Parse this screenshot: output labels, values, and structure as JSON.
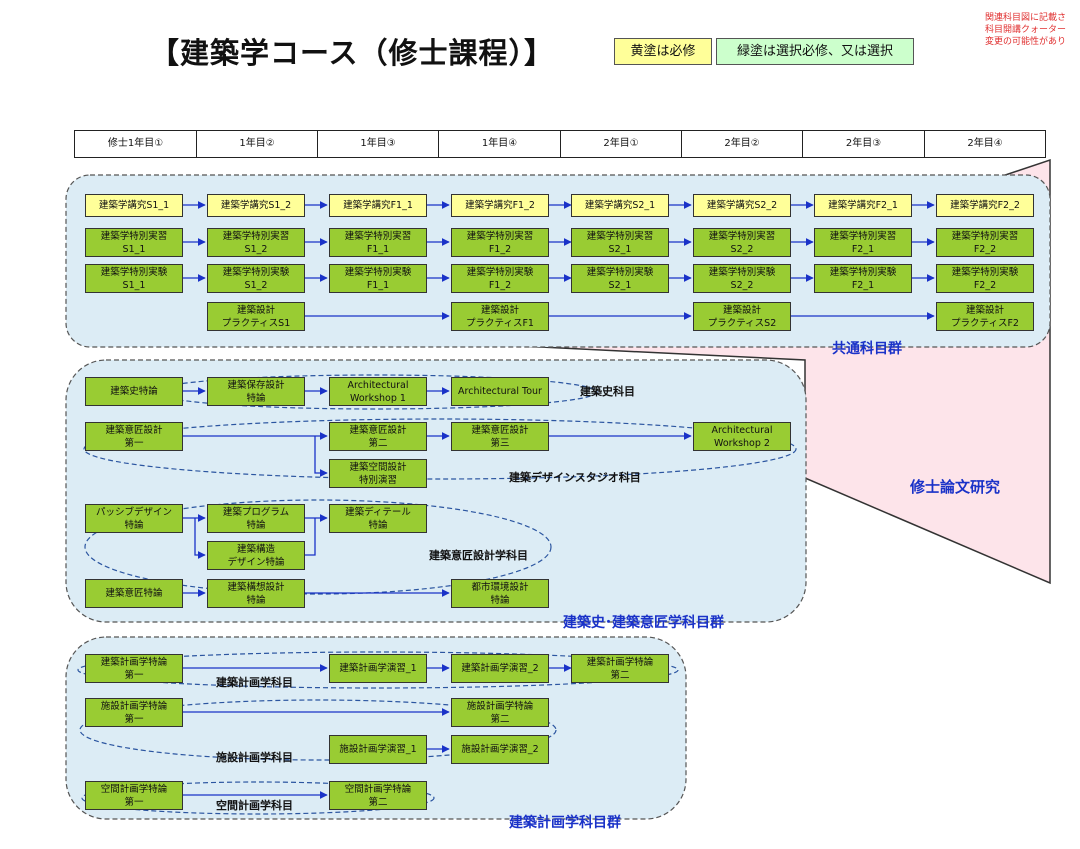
{
  "title": "【建築学コース（修士課程）】",
  "legend": {
    "yellow": "黄塗は必修",
    "green": "緑塗は選択必修、又は選択"
  },
  "note_lines": [
    "関連科目図に記載さ",
    "科目開講クォーター",
    "変更の可能性があり"
  ],
  "headers": [
    "修士1年目①",
    "1年目②",
    "1年目③",
    "1年目④",
    "2年目①",
    "2年目②",
    "2年目③",
    "2年目④"
  ],
  "common": {
    "label": "共通科目群",
    "research": [
      "建築学講究S1_1",
      "建築学講究S1_2",
      "建築学講究F1_1",
      "建築学講究F1_2",
      "建築学講究S2_1",
      "建築学講究S2_2",
      "建築学講究F2_1",
      "建築学講究F2_2"
    ],
    "practicum": [
      "建築学特別実習\nS1_1",
      "建築学特別実習\nS1_2",
      "建築学特別実習\nF1_1",
      "建築学特別実習\nF1_2",
      "建築学特別実習\nS2_1",
      "建築学特別実習\nS2_2",
      "建築学特別実習\nF2_1",
      "建築学特別実習\nF2_2"
    ],
    "experiment": [
      "建築学特別実験\nS1_1",
      "建築学特別実験\nS1_2",
      "建築学特別実験\nF1_1",
      "建築学特別実験\nF1_2",
      "建築学特別実験\nS2_1",
      "建築学特別実験\nS2_2",
      "建築学特別実験\nF2_1",
      "建築学特別実験\nF2_2"
    ],
    "design_practice": [
      "建築設計\nプラクティスS1",
      "建築設計\nプラクティスF1",
      "建築設計\nプラクティスS2",
      "建築設計\nプラクティスF2"
    ]
  },
  "thesis_label": "修士論文研究",
  "history_design": {
    "group_label": "建築史･建築意匠学科目群",
    "history": {
      "label": "建築史科目",
      "courses": [
        "建築史特論",
        "建築保存設計\n特論",
        "Architectural\nWorkshop 1",
        "Architectural Tour"
      ]
    },
    "studio": {
      "label": "建築デザインスタジオ科目",
      "courses": [
        "建築意匠設計\n第一",
        "建築意匠設計\n第二",
        "建築意匠設計\n第三",
        "Architectural\nWorkshop 2",
        "建築空間設計\n特別演習"
      ]
    },
    "theory": {
      "label": "建築意匠設計学科目",
      "courses": [
        "パッシブデザイン\n特論",
        "建築プログラム\n特論",
        "建築ディテール\n特論",
        "建築構造\nデザイン特論",
        "建築意匠特論",
        "建築構想設計\n特論",
        "都市環境設計\n特論"
      ]
    }
  },
  "planning": {
    "group_label": "建築計画学科目群",
    "arch_planning": {
      "label": "建築計画学科目",
      "courses": [
        "建築計画学特論\n第一",
        "建築計画学演習_1",
        "建築計画学演習_2",
        "建築計画学特論\n第二"
      ]
    },
    "facility": {
      "label": "施設計画学科目",
      "courses": [
        "施設計画学特論\n第一",
        "施設計画学特論\n第二",
        "施設計画学演習_1",
        "施設計画学演習_2"
      ]
    },
    "space": {
      "label": "空間計画学科目",
      "courses": [
        "空間計画学特論\n第一",
        "空間計画学特論\n第二"
      ]
    }
  },
  "colors": {
    "required": "#ffff99",
    "elective": "#99cc33",
    "panel": "#dcecf5",
    "thesis": "#fde4ea",
    "arrow": "#1a32c8"
  }
}
